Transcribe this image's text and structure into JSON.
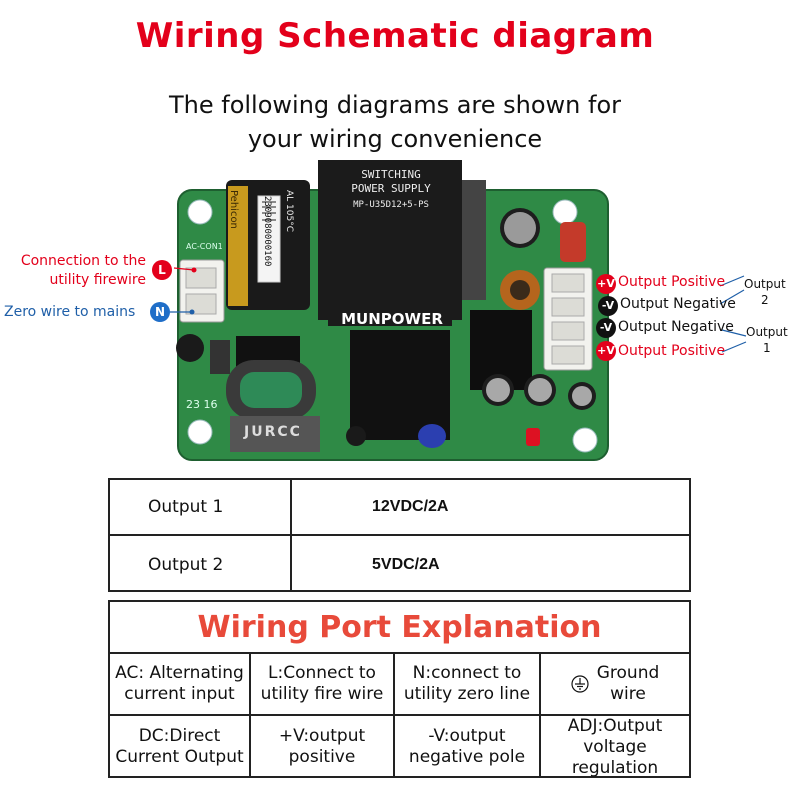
{
  "header": {
    "title": "Wiring Schematic diagram",
    "subtitle_line1": "The following diagrams are shown for",
    "subtitle_line2": "your wiring convenience"
  },
  "board": {
    "left_labels": {
      "live_line1": "Connection to the",
      "live_line2": "utility firewire",
      "live_badge": "L",
      "neutral": "Zero wire to mains",
      "neutral_badge": "N"
    },
    "right_labels": {
      "pos_badge": "+V",
      "neg_badge": "-V",
      "output_positive": "Output Positive",
      "output_negative": "Output Negative",
      "output_word": "Output",
      "output2_num": "2",
      "output1_num": "1"
    },
    "printed": {
      "transformer_line1": "SWITCHING",
      "transformer_line2": "POWER SUPPLY",
      "model": "MP-U35D12+5-PS",
      "brand": "MUNPOWER",
      "cap_brand": "Pehicon",
      "cap_rating": "AL 105°C",
      "barcode": "2309080000160",
      "choke": "JURCC",
      "ac_con": "AC-CON1",
      "board_text": "23 16"
    },
    "colors": {
      "pcb": "#2f8a46",
      "accent": "#e3001b",
      "neutral_blue": "#1f6ec8"
    }
  },
  "outputs": {
    "rows": [
      {
        "name": "Output 1",
        "value": "12VDC/2A"
      },
      {
        "name": "Output 2",
        "value": "5VDC/2A"
      }
    ]
  },
  "ports": {
    "title": "Wiring Port Explanation",
    "row1": [
      {
        "l1": "AC: Alternating",
        "l2": "current input"
      },
      {
        "l1": "L:Connect to",
        "l2": "utility fire wire"
      },
      {
        "l1": "N:connect to",
        "l2": "utility zero line"
      },
      {
        "l1": "Ground",
        "l2": "wire"
      }
    ],
    "row2": [
      {
        "l1": "DC:Direct",
        "l2": "Current Output"
      },
      {
        "l1": "+V:output",
        "l2": "positive"
      },
      {
        "l1": "-V:output",
        "l2": "negative pole"
      },
      {
        "l1": "ADJ:Output",
        "l2": "voltage regulation"
      }
    ]
  }
}
